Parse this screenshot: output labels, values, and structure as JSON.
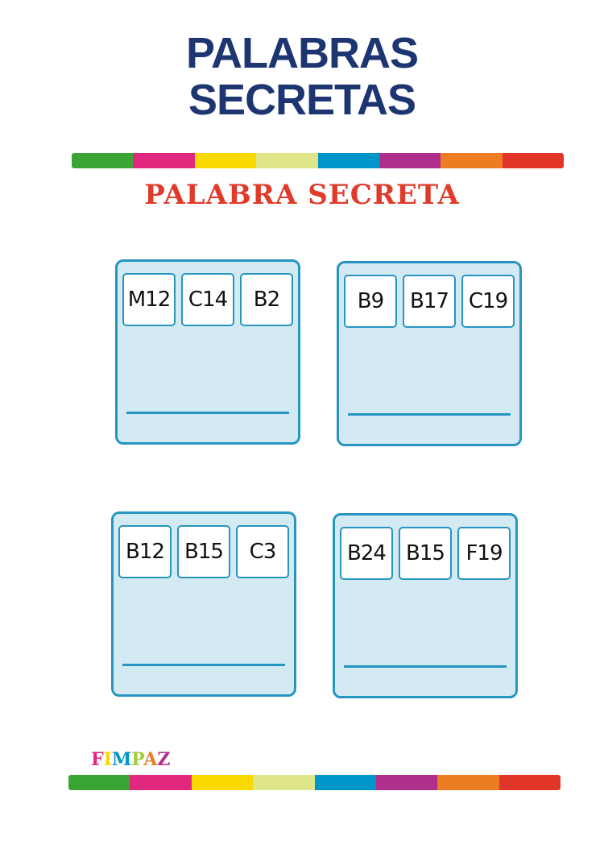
{
  "header": {
    "title_line1": "PALABRAS",
    "title_line2": "SECRETAS",
    "subtitle": "PALABRA SECRETA"
  },
  "stripe_colors": [
    "#3aa535",
    "#e0287f",
    "#f9d900",
    "#dfe68a",
    "#0096c9",
    "#b02e8c",
    "#ec7d23",
    "#e2352a"
  ],
  "cards": [
    {
      "codes": [
        "M12",
        "C14",
        "B2"
      ]
    },
    {
      "codes": [
        "B9",
        "B17",
        "C19"
      ]
    },
    {
      "codes": [
        "B12",
        "B15",
        "C3"
      ]
    },
    {
      "codes": [
        "B24",
        "B15",
        "F19"
      ]
    }
  ],
  "footer": {
    "brand_letters": [
      {
        "ch": "F",
        "color": "#e0287f"
      },
      {
        "ch": "I",
        "color": "#f9d900"
      },
      {
        "ch": "M",
        "color": "#0096c9"
      },
      {
        "ch": "P",
        "color": "#a6c93a"
      },
      {
        "ch": "A",
        "color": "#ec7d23"
      },
      {
        "ch": "Z",
        "color": "#b02e8c"
      }
    ]
  },
  "colors": {
    "title": "#1d3570",
    "subtitle": "#e03a2a",
    "card_fill": "#d3eaf3",
    "card_border": "#2795c2"
  }
}
